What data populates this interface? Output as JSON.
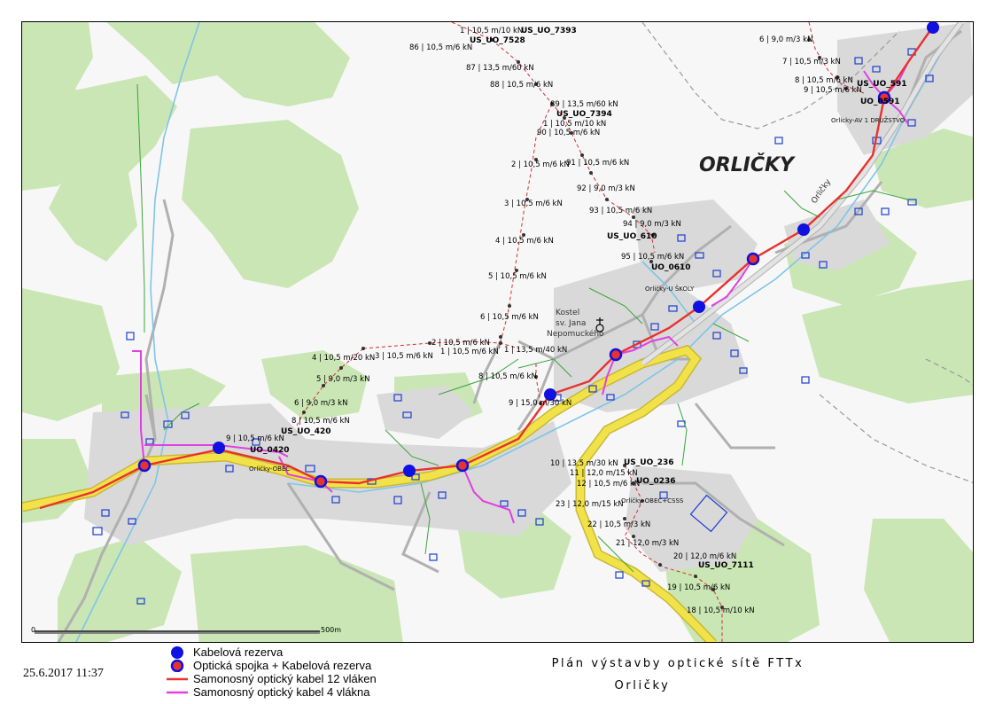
{
  "map": {
    "town_name": "ORLIČKY",
    "street_label_1": "Kostel",
    "street_label_2": "sv. Jana",
    "street_label_3": "Nepomuckého",
    "street_label_4": "Orličky",
    "scale_zero": "0",
    "scale_label": "500m",
    "colors": {
      "cable12": "#e8322e",
      "cable4": "#e040e0",
      "road_main": "#f2e24a",
      "forest": "#c9e6b4",
      "built": "#d5d5d5",
      "water": "#7fc4e8",
      "node": "#1010e0"
    },
    "nodes": [
      {
        "label": "US_UO_7393"
      },
      {
        "label": "US_UO_7528"
      },
      {
        "label": "US_UO_7394"
      },
      {
        "label": "US_UO_610"
      },
      {
        "label": "UO_0610"
      },
      {
        "label": "US_UO_591"
      },
      {
        "label": "UO_0591"
      },
      {
        "label": "US_UO_420"
      },
      {
        "label": "UO_0420"
      },
      {
        "label": "US_UO_236"
      },
      {
        "label": "UO_0236"
      },
      {
        "label": "US_UO_7111"
      }
    ],
    "places": [
      {
        "label": "Orlicky-AV 1 DRUŽSTVO"
      },
      {
        "label": "Orličky-U ŠKOLY"
      },
      {
        "label": "Orličky-OBEC"
      },
      {
        "label": "Orličky-OBEC+CSSS"
      }
    ],
    "poles": [
      {
        "label": "1 | 10,5 m/10 kN"
      },
      {
        "label": "86 | 10,5 m/6 kN"
      },
      {
        "label": "87 | 13,5 m/60 kN"
      },
      {
        "label": "88 | 10,5 m/6 kN"
      },
      {
        "label": "89 | 13,5 m/60 kN"
      },
      {
        "label": "1 | 10,5 m/10 kN"
      },
      {
        "label": "90 | 10,5 m/6 kN"
      },
      {
        "label": "91 | 10,5 m/6 kN"
      },
      {
        "label": "2 | 10,5 m/6 kN"
      },
      {
        "label": "92 | 9,0 m/3 kN"
      },
      {
        "label": "3 | 10,5 m/6 kN"
      },
      {
        "label": "93 | 10,5 m/6 kN"
      },
      {
        "label": "94 | 9,0 m/3 kN"
      },
      {
        "label": "4 | 10,5 m/6 kN"
      },
      {
        "label": "95 | 10,5 m/6 kN"
      },
      {
        "label": "5 | 10,5 m/6 kN"
      },
      {
        "label": "6 | 10,5 m/6 kN"
      },
      {
        "label": "2 | 10,5 m/6 kN"
      },
      {
        "label": "1 | 10,5 m/6 kN"
      },
      {
        "label": "1 | 13,5 m/40 kN"
      },
      {
        "label": "4 | 10,5 m/20 kN"
      },
      {
        "label": "3 | 10,5 m/6 kN"
      },
      {
        "label": "5 | 9,0 m/3 kN"
      },
      {
        "label": "8 | 10,5 m/6 kN"
      },
      {
        "label": "6 | 9,0 m/3 kN"
      },
      {
        "label": "9 | 15,0 m/30 kN"
      },
      {
        "label": "8 | 10,5 m/6 kN"
      },
      {
        "label": "9 | 10,5 m/6 kN"
      },
      {
        "label": "6 | 9,0 m/3 kN"
      },
      {
        "label": "7 | 10,5 m/3 kN"
      },
      {
        "label": "8 | 10,5 m/6 kN"
      },
      {
        "label": "9 | 10,5 m/6 kN"
      },
      {
        "label": "10 | 13,5 m/30 kN"
      },
      {
        "label": "11 | 12,0 m/15 kN"
      },
      {
        "label": "12 | 10,5 m/6 kN"
      },
      {
        "label": "23 | 12,0 m/15 kN"
      },
      {
        "label": "22 | 10,5 m/3 kN"
      },
      {
        "label": "21 | 12,0 m/3 kN"
      },
      {
        "label": "20 | 12,0 m/6 kN"
      },
      {
        "label": "19 | 10,5 m/6 kN"
      },
      {
        "label": "18 | 10,5 m/10 kN"
      }
    ]
  },
  "footer": {
    "date": "25.6.2017 11:37",
    "title": "Plán výstavby optické sítě FTTx",
    "subtitle": "Orličky"
  },
  "legend": [
    {
      "label": "Kabelová rezerva"
    },
    {
      "label": "Optická spojka + Kabelová rezerva"
    },
    {
      "label": "Samonosný optický kabel 12 vláken"
    },
    {
      "label": "Samonosný optický kabel 4 vlákna"
    }
  ]
}
